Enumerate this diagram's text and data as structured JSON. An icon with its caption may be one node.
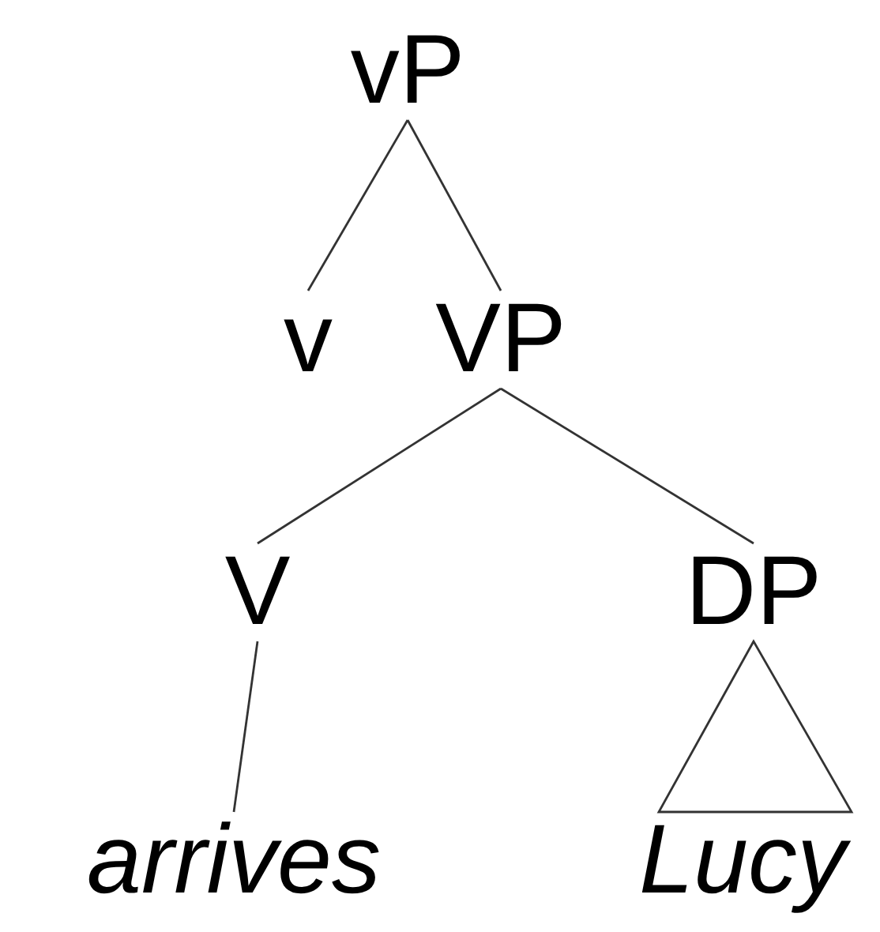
{
  "diagram": {
    "nodes": [
      {
        "text": [
          "vP"
        ]
      },
      {
        "text": [
          "v"
        ]
      },
      {
        "text": [
          "VP"
        ]
      },
      {
        "text": [
          "V"
        ]
      },
      {
        "text": [
          "DP"
        ]
      },
      {
        "text": [
          "arrives"
        ]
      },
      {
        "text": [
          "Lucy"
        ]
      }
    ],
    "edges": [
      {
        "from": 0,
        "to": 1,
        "arrow": "none"
      },
      {
        "from": 0,
        "to": 2,
        "arrow": "none"
      },
      {
        "from": 2,
        "to": 3,
        "arrow": "none"
      },
      {
        "from": 2,
        "to": 4,
        "arrow": "none"
      },
      {
        "from": 3,
        "to": 5,
        "arrow": "none"
      },
      {
        "from": 4,
        "to": 6,
        "arrow": "none"
      }
    ]
  }
}
